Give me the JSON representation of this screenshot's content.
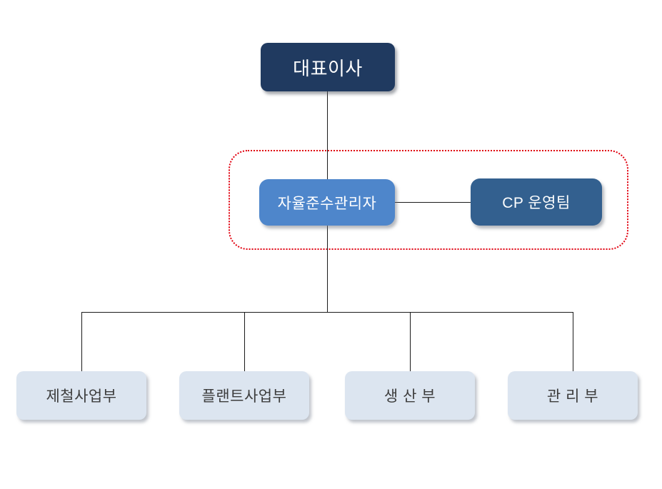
{
  "org_chart": {
    "type": "org-tree",
    "connector_color": "#1a1a1a",
    "ceo": {
      "label": "대표이사",
      "fill": "#203a60",
      "text_color": "#ffffff"
    },
    "compliance_manager": {
      "label": "자율준수관리자",
      "fill": "#4e86cb",
      "text_color": "#ffffff"
    },
    "cp_team": {
      "label": "CP 운영팀",
      "fill": "#33608f",
      "text_color": "#ffffff"
    },
    "departments": [
      {
        "label": "제철사업부"
      },
      {
        "label": "플랜트사업부"
      },
      {
        "label": "생 산 부"
      },
      {
        "label": "관 리 부"
      }
    ],
    "department_style": {
      "fill": "#dce5f0",
      "text_color": "#3c3c3c"
    },
    "highlight_region": {
      "border_color": "#e1000f",
      "border_style": "dotted"
    },
    "edges": [
      {
        "from": "ceo",
        "to": "compliance_manager"
      },
      {
        "from": "compliance_manager",
        "to": "cp_team"
      },
      {
        "from": "compliance_manager",
        "to": "제철사업부"
      },
      {
        "from": "compliance_manager",
        "to": "플랜트사업부"
      },
      {
        "from": "compliance_manager",
        "to": "생 산 부"
      },
      {
        "from": "compliance_manager",
        "to": "관 리 부"
      }
    ]
  }
}
